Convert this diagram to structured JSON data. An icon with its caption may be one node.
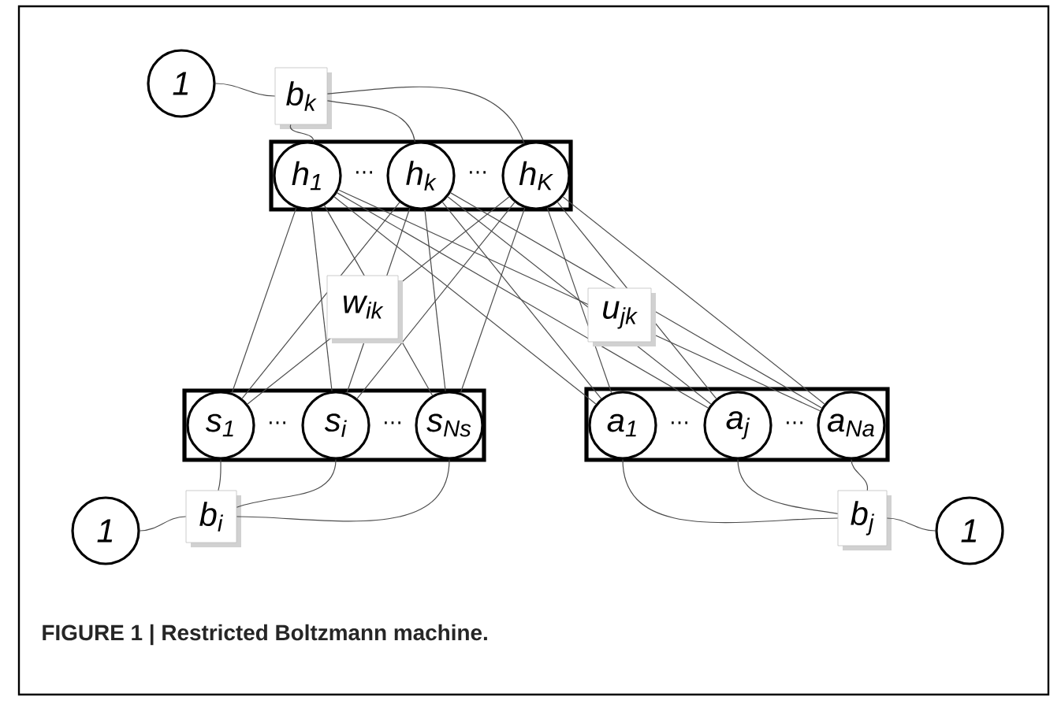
{
  "diagram": {
    "caption": "FIGURE 1 | Restricted Boltzmann machine.",
    "nodes": [
      {
        "text": [
          "1"
        ]
      },
      {
        "text": [
          "b$_{k}$"
        ]
      },
      {
        "text": [],
        "shape": "box"
      },
      {
        "text": [
          "h$_{1}$"
        ],
        "in": 2
      },
      {
        "text": [
          "h$_{k}$"
        ],
        "in": 2
      },
      {
        "text": [
          "h$_{K}$"
        ],
        "in": 2
      },
      {
        "text": [],
        "shape": "box"
      },
      {
        "text": [
          "s$_{1}$"
        ],
        "in": 6
      },
      {
        "text": [
          "s$_{i}$"
        ],
        "in": 6
      },
      {
        "text": [
          "s$_{Ns}$"
        ],
        "in": 6
      },
      {
        "text": [],
        "shape": "box"
      },
      {
        "text": [
          "a$_{1}$"
        ],
        "in": 10
      },
      {
        "text": [
          "a$_{j}$"
        ],
        "in": 10
      },
      {
        "text": [
          "a$_{Na}$"
        ],
        "in": 10
      },
      {
        "text": [
          "1"
        ]
      },
      {
        "text": [
          "b$_{i}$"
        ]
      },
      {
        "text": [
          "b$_{j}$"
        ]
      },
      {
        "text": [
          "1"
        ]
      }
    ],
    "edges": [
      {
        "from": 0,
        "to": 1,
        "arrow": "none"
      },
      {
        "from": 1,
        "to": 3,
        "arrow": "none"
      },
      {
        "from": 1,
        "to": 4,
        "arrow": "none"
      },
      {
        "from": 1,
        "to": 5,
        "arrow": "none"
      },
      {
        "from": 3,
        "to": 7,
        "arrow": "none"
      },
      {
        "from": 3,
        "to": 8,
        "arrow": "none"
      },
      {
        "from": 3,
        "to": 9,
        "arrow": "none"
      },
      {
        "from": 4,
        "to": 7,
        "arrow": "none"
      },
      {
        "from": 4,
        "to": 8,
        "arrow": "none",
        "label": "w$_{ik}$"
      },
      {
        "from": 4,
        "to": 9,
        "arrow": "none"
      },
      {
        "from": 5,
        "to": 7,
        "arrow": "none"
      },
      {
        "from": 5,
        "to": 8,
        "arrow": "none"
      },
      {
        "from": 5,
        "to": 9,
        "arrow": "none"
      },
      {
        "from": 3,
        "to": 11,
        "arrow": "none"
      },
      {
        "from": 3,
        "to": 12,
        "arrow": "none"
      },
      {
        "from": 3,
        "to": 13,
        "arrow": "none",
        "label": "u$_{jk}$"
      },
      {
        "from": 4,
        "to": 11,
        "arrow": "none"
      },
      {
        "from": 4,
        "to": 12,
        "arrow": "none"
      },
      {
        "from": 4,
        "to": 13,
        "arrow": "none"
      },
      {
        "from": 5,
        "to": 11,
        "arrow": "none"
      },
      {
        "from": 5,
        "to": 12,
        "arrow": "none"
      },
      {
        "from": 5,
        "to": 13,
        "arrow": "none"
      },
      {
        "from": 7,
        "to": 15,
        "arrow": "none"
      },
      {
        "from": 8,
        "to": 15,
        "arrow": "none"
      },
      {
        "from": 9,
        "to": 15,
        "arrow": "none"
      },
      {
        "from": 14,
        "to": 15,
        "arrow": "none"
      },
      {
        "from": 11,
        "to": 16,
        "arrow": "none"
      },
      {
        "from": 12,
        "to": 16,
        "arrow": "none"
      },
      {
        "from": 13,
        "to": 16,
        "arrow": "none"
      },
      {
        "from": 17,
        "to": 16,
        "arrow": "none"
      }
    ],
    "labels": [
      "⋯",
      "⋯",
      "⋯",
      "⋯",
      "⋯",
      "⋯"
    ]
  }
}
